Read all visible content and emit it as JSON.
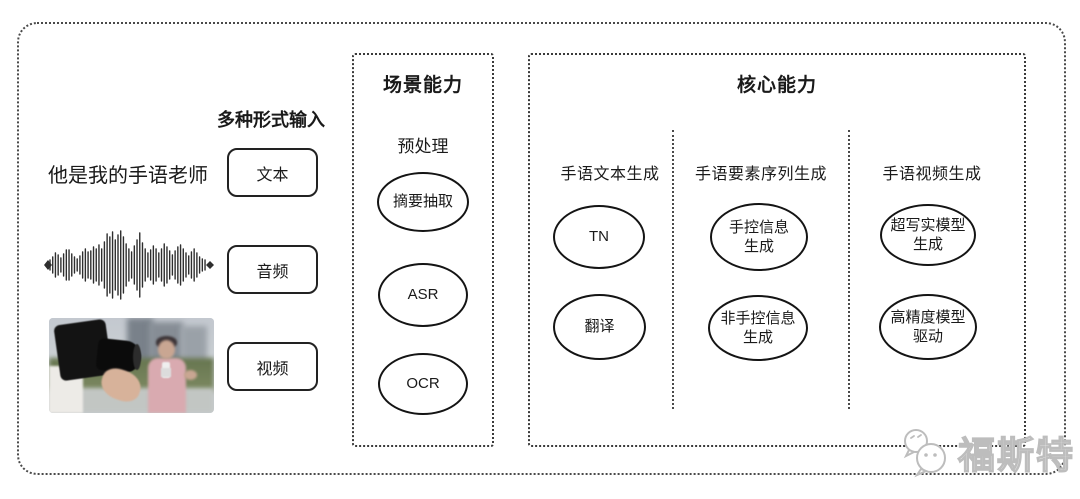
{
  "colors": {
    "ink": "#1a1a1a",
    "border_dotted": "#4a4a4a",
    "watermark": "#bdbdbd"
  },
  "input_section": {
    "header": "多种形式输入",
    "sample_text": "他是我的手语老师",
    "items": [
      {
        "type": "text",
        "label": "文本"
      },
      {
        "type": "audio",
        "label": "音频"
      },
      {
        "type": "video",
        "label": "视频"
      }
    ]
  },
  "scene_box": {
    "title": "场景能力",
    "subtitle": "预处理",
    "nodes": [
      "摘要抽取",
      "ASR",
      "OCR"
    ]
  },
  "core_box": {
    "title": "核心能力",
    "columns": [
      {
        "header": "手语文本生成",
        "nodes": [
          {
            "lines": [
              "TN",
              ""
            ]
          },
          {
            "lines": [
              "翻译",
              ""
            ]
          }
        ]
      },
      {
        "header": "手语要素序列生成",
        "nodes": [
          {
            "lines": [
              "手控信息",
              "生成"
            ]
          },
          {
            "lines": [
              "非手控信息",
              "生成"
            ]
          }
        ]
      },
      {
        "header": "手语视频生成",
        "nodes": [
          {
            "lines": [
              "超写实模型",
              "生成"
            ]
          },
          {
            "lines": [
              "高精度模型",
              "驱动"
            ]
          }
        ]
      }
    ]
  },
  "watermark": {
    "icon": "wechat-logo",
    "text": "福斯特"
  }
}
